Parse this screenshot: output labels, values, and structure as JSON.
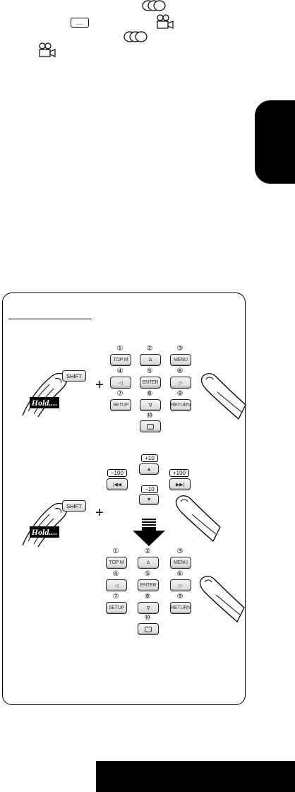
{
  "header_icons": {
    "disc_icon": "disc-icon",
    "subtitle_icon": "subtitle-icon",
    "camera_icon": "camera-angle-icon",
    "subtitle_symbol": "...."
  },
  "side_tab": {
    "color": "#000000"
  },
  "panel": {
    "hold_label": "Hold....",
    "shift_label": "SHIFT",
    "plus_sign": "+",
    "keypad_upper": {
      "numbers": [
        "①",
        "②",
        "③",
        "④",
        "⑤",
        "⑥",
        "⑦",
        "⑧",
        "⑨",
        "⑩"
      ],
      "keys": [
        "TOP M",
        "∆",
        "MENU",
        "◁",
        "ENTER",
        "▷",
        "SETUP",
        "∇",
        "RETURN"
      ],
      "bottom_key_icon": "subtitle-icon"
    },
    "skip_pad": {
      "plus10": "+10",
      "minus10": "–10",
      "minus100": "–100",
      "plus100": "+100",
      "up": "▲",
      "down": "▼",
      "prev": "|◀◀",
      "next": "▶▶|"
    },
    "keypad_lower": {
      "numbers": [
        "①",
        "②",
        "③",
        "④",
        "⑤",
        "⑥",
        "⑦",
        "⑧",
        "⑨",
        "⑩"
      ],
      "keys": [
        "TOP M",
        "∆",
        "MENU",
        "◁",
        "ENTER",
        "▷",
        "SETUP",
        "∇",
        "RETURN"
      ],
      "bottom_key_icon": "subtitle-icon"
    }
  },
  "footer_bar": {
    "color": "#000000"
  }
}
